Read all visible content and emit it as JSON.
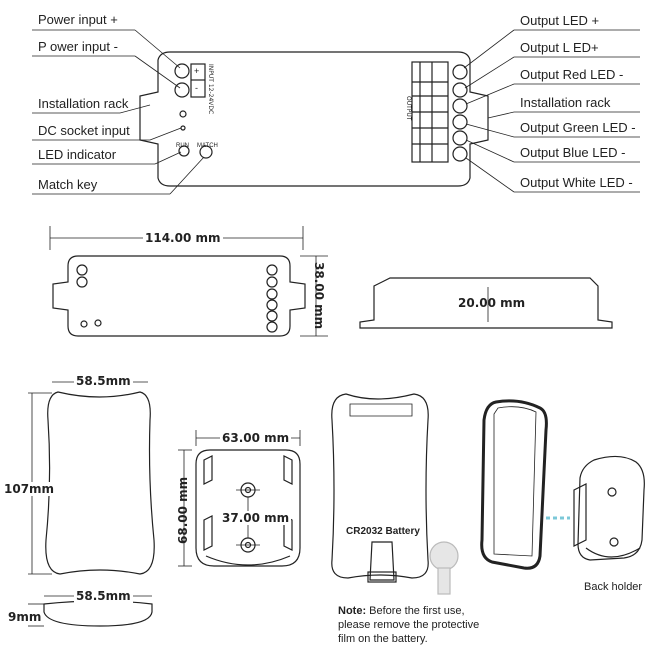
{
  "top_labels_left": [
    "Power input +",
    "P ower input -",
    "Installation rack",
    "DC socket input",
    "LED indicator",
    "Match key"
  ],
  "top_labels_right": [
    "Output LED +",
    "Output L ED+",
    "Output Red LED -",
    "Installation rack",
    "Output Green LED -",
    "Output Blue LED -",
    "Output White LED -"
  ],
  "device_text": {
    "input_label": "INPUT 12-24VDC",
    "run": "RUN",
    "match": "MATCH",
    "output": "OUTPUT",
    "plus": "+",
    "minus": "-"
  },
  "dimensions": {
    "length": "114.00 mm",
    "width": "38.00 mm",
    "height": "20.00 mm",
    "remote_width_top": "58.5mm",
    "remote_height": "107mm",
    "remote_width_bottom": "58.5mm",
    "remote_thickness": "9mm",
    "holder_width": "63.00 mm",
    "holder_height": "68.00 mm",
    "holder_hole_spacing": "37.00 mm"
  },
  "battery_label": "CR2032 Battery",
  "back_holder_label": "Back holder",
  "note": {
    "prefix": "Note:",
    "text": "Before the first use, please remove the protective film on the battery."
  }
}
